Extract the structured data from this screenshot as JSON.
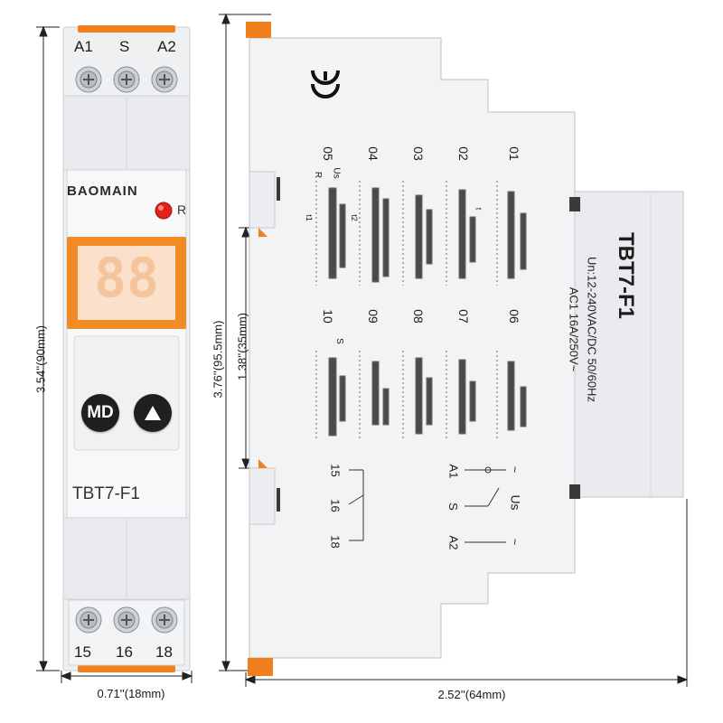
{
  "front": {
    "terminals_top": [
      "A1",
      "S",
      "A2"
    ],
    "brand": "BAOMAIN",
    "led_label": "R",
    "display_digits": "88",
    "button_mode": "MD",
    "button_up_icon": "triangle-up-icon",
    "model": "TBT7-F1",
    "terminals_bottom": [
      "15",
      "16",
      "18"
    ]
  },
  "dimensions": {
    "height_front": "3.54''(90mm)",
    "height_side": "3.76''(95.5mm)",
    "inner_height": "1.38''(35mm)",
    "width_front": "0.71''(18mm)",
    "depth_side": "2.52''(64mm)"
  },
  "side": {
    "model": "TBT7-F1",
    "spec_voltage": "Un:12-240VAC/DC 50/60Hz",
    "spec_contact": "AC1 16A/250V~",
    "ce_mark": "CE",
    "modes_top": [
      "01",
      "02",
      "03",
      "04",
      "05"
    ],
    "modes_bottom": [
      "06",
      "07",
      "08",
      "09",
      "10"
    ],
    "timing_row_labels": [
      "Us",
      "R",
      "S"
    ],
    "timing_t": "t",
    "timing_t1": "t1",
    "timing_t2": "t2",
    "wiring_left": [
      "15",
      "16",
      "18"
    ],
    "wiring_right": [
      "A1",
      "S",
      "A2"
    ],
    "wiring_us": "Us",
    "wiring_tilde": "~"
  },
  "colors": {
    "accent": "#f07f1e",
    "led": "#e3201b",
    "housing": "#f1f2f4",
    "button": "#1f1f1f"
  }
}
